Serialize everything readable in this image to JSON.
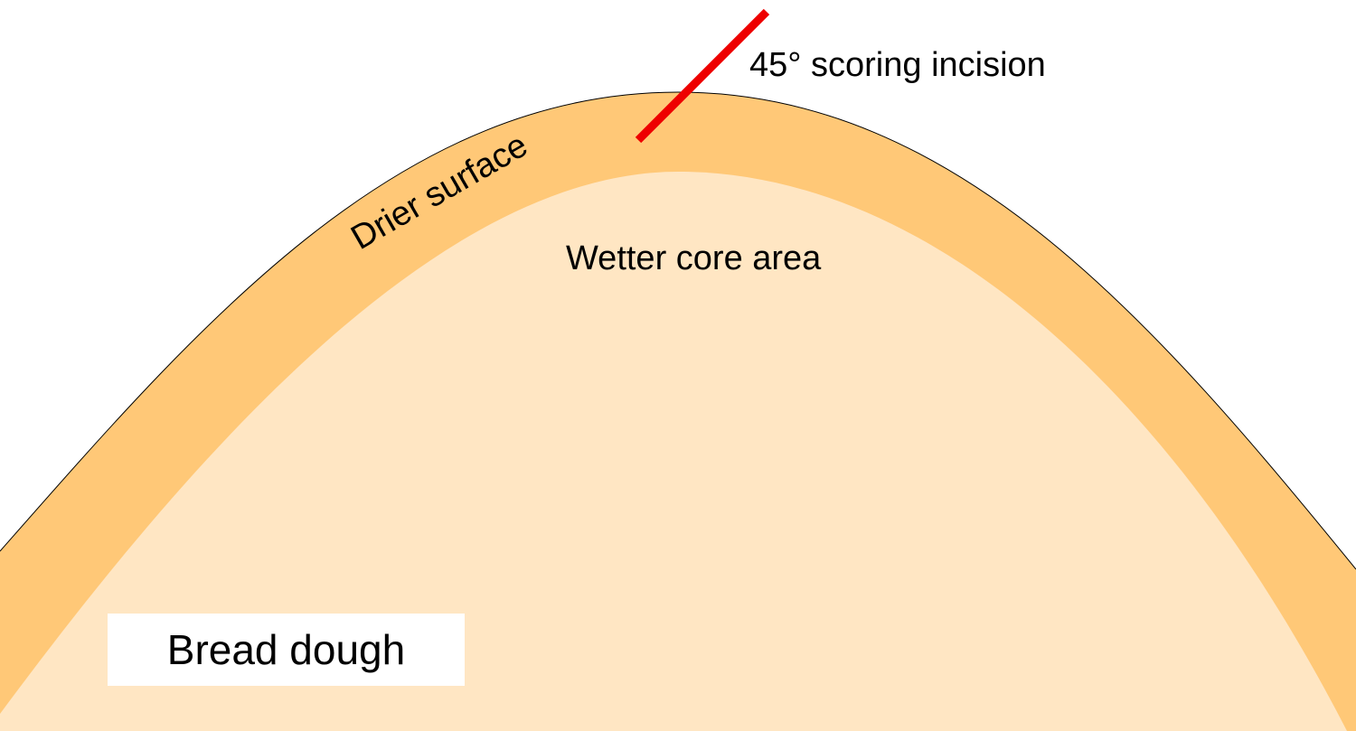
{
  "labels": {
    "incision": "45° scoring incision",
    "surface": "Drier surface",
    "core": "Wetter core area",
    "legend": "Bread dough"
  },
  "colors": {
    "crust": "#FFC877",
    "core": "#FFE6C3",
    "outline": "#000000",
    "incision": "#EE0000",
    "background": "#FFFFFF"
  },
  "incision_angle_degrees": 45
}
